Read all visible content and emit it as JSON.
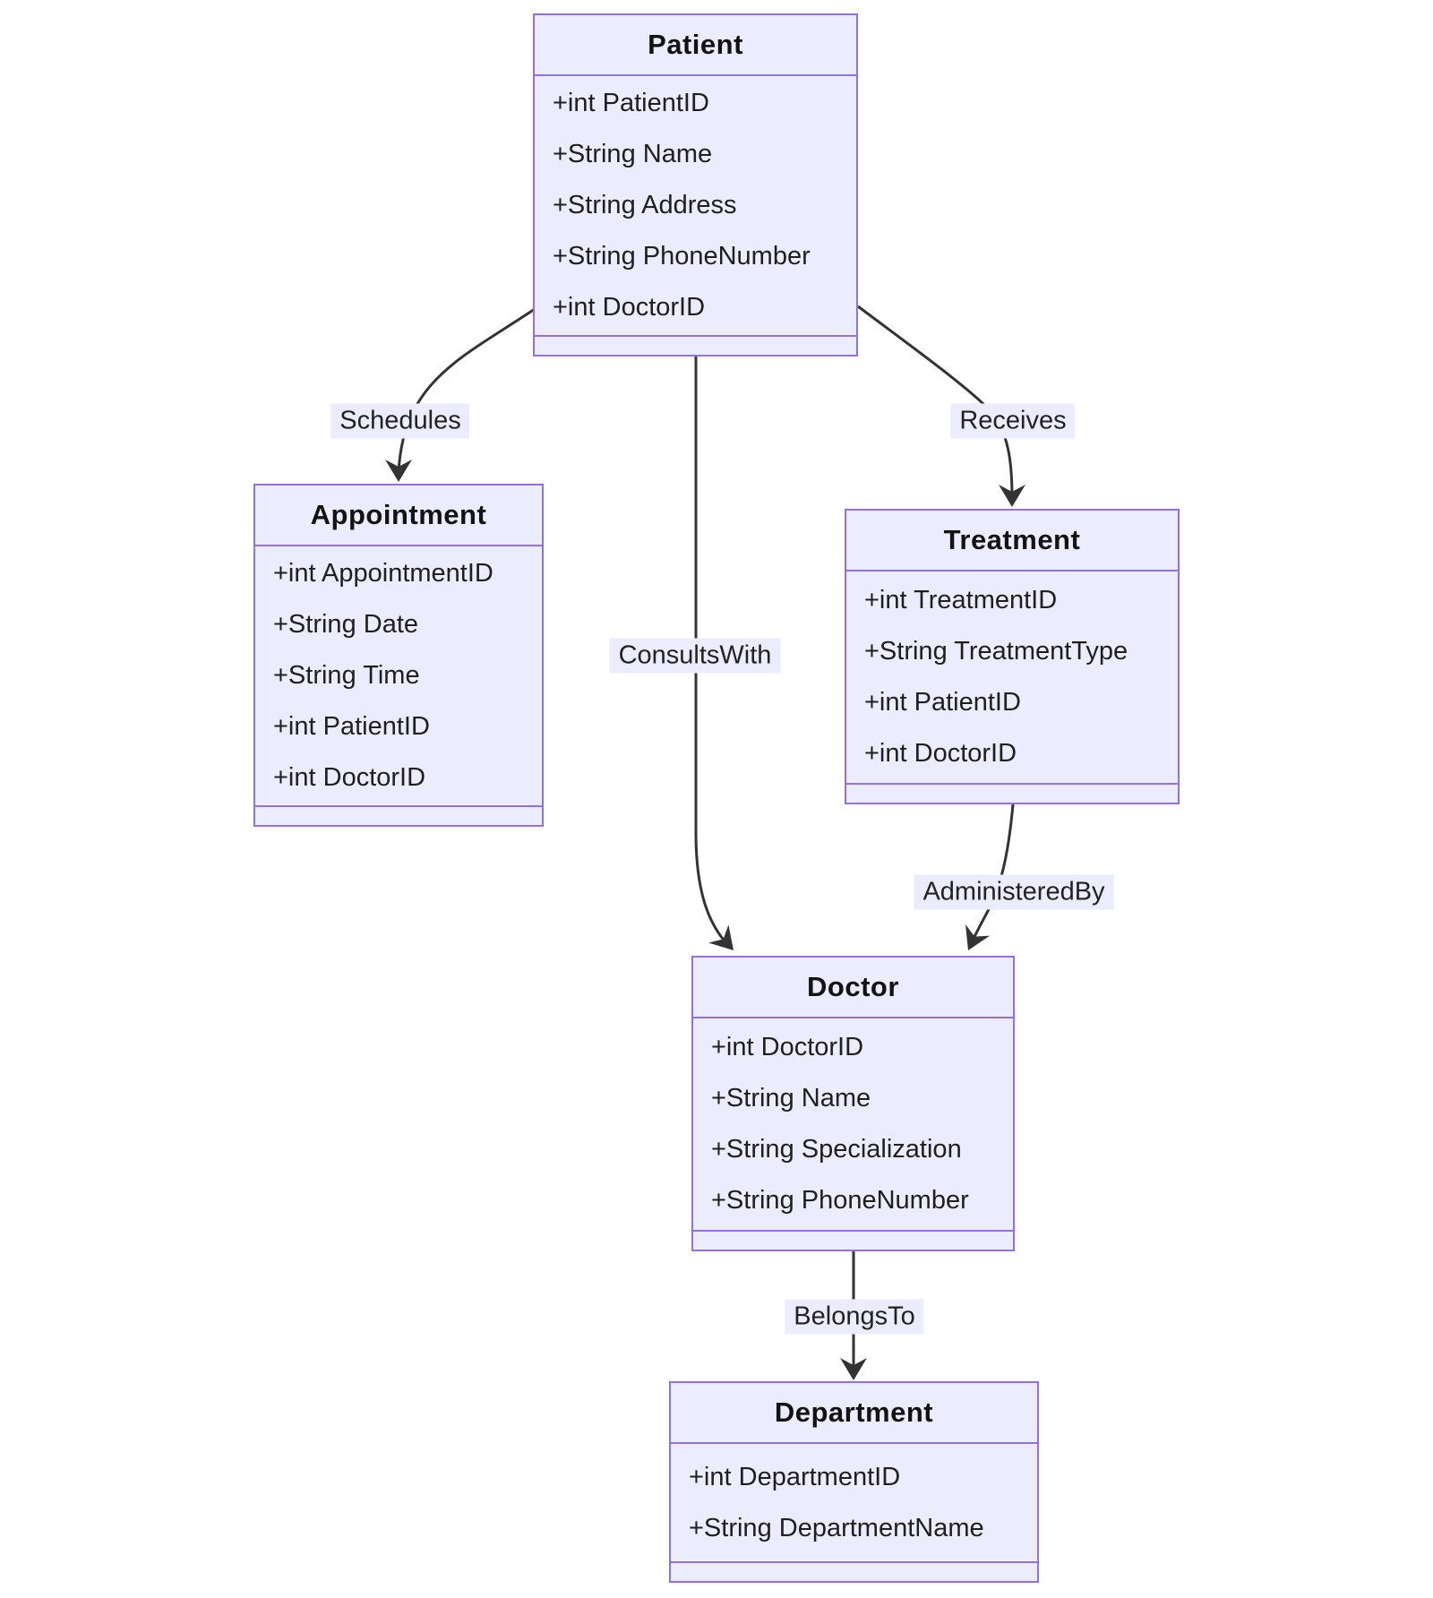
{
  "diagram": {
    "type": "uml-class-diagram",
    "classes": [
      {
        "name": "Patient",
        "attributes": [
          "+int PatientID",
          "+String Name",
          "+String Address",
          "+String PhoneNumber",
          "+int DoctorID"
        ]
      },
      {
        "name": "Appointment",
        "attributes": [
          "+int AppointmentID",
          "+String Date",
          "+String Time",
          "+int PatientID",
          "+int DoctorID"
        ]
      },
      {
        "name": "Treatment",
        "attributes": [
          "+int TreatmentID",
          "+String TreatmentType",
          "+int PatientID",
          "+int DoctorID"
        ]
      },
      {
        "name": "Doctor",
        "attributes": [
          "+int DoctorID",
          "+String Name",
          "+String Specialization",
          "+String PhoneNumber"
        ]
      },
      {
        "name": "Department",
        "attributes": [
          "+int DepartmentID",
          "+String DepartmentName"
        ]
      }
    ],
    "relationships": [
      {
        "label": "Schedules",
        "from": "Patient",
        "to": "Appointment"
      },
      {
        "label": "Receives",
        "from": "Patient",
        "to": "Treatment"
      },
      {
        "label": "ConsultsWith",
        "from": "Patient",
        "to": "Doctor"
      },
      {
        "label": "AdministeredBy",
        "from": "Treatment",
        "to": "Doctor"
      },
      {
        "label": "BelongsTo",
        "from": "Doctor",
        "to": "Department"
      }
    ],
    "colors": {
      "class_fill": "#ECECFF",
      "class_border": "#9370DB",
      "edge_line": "#333333",
      "edge_label_bg": "#ECECFF",
      "text": "#1f1f1f"
    }
  }
}
